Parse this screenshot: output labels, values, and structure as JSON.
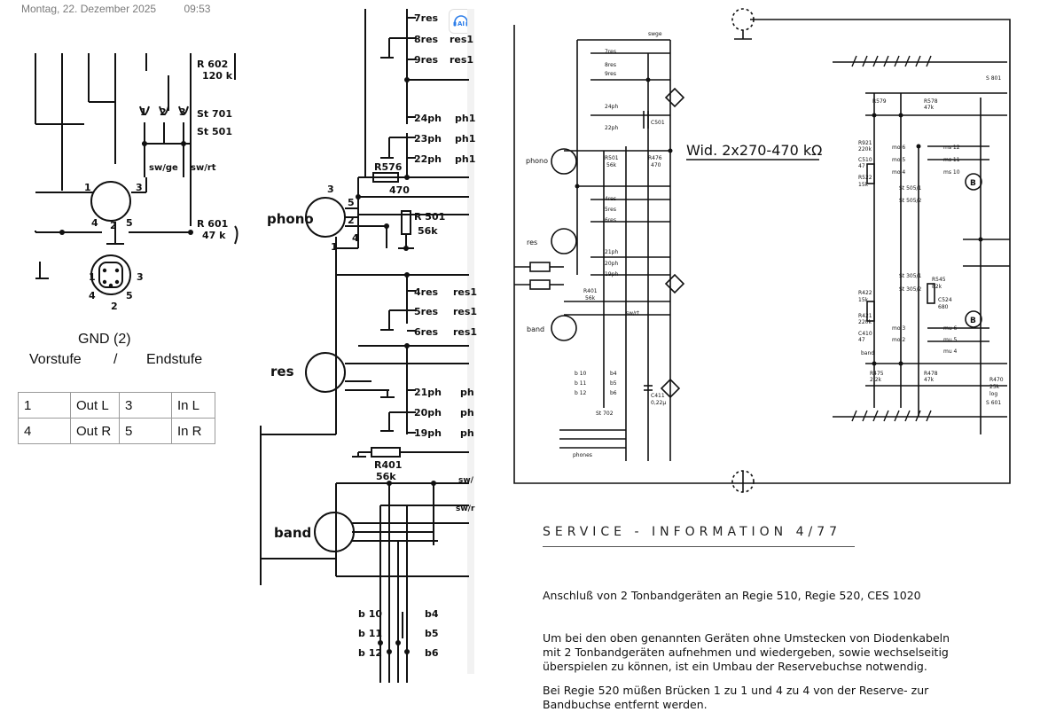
{
  "topbar": {
    "date": "Montag, 22. Dezember 2025",
    "time": "09:53"
  },
  "app_icon": {
    "label": "AI"
  },
  "left_schematic": {
    "r602": "R 602",
    "r602_val": "120 k",
    "r601": "R 601",
    "r601_val": "47 k",
    "st701": "St 701",
    "st501": "St 501",
    "pins_top": [
      "1",
      "2",
      "3"
    ],
    "swge": "sw/ge",
    "swrt": "sw/rt",
    "pin_labels": [
      "1",
      "3",
      "4",
      "5",
      "2"
    ],
    "lower_pins": [
      "1",
      "3",
      "4",
      "5",
      "2"
    ]
  },
  "caption": {
    "gnd": "GND (2)",
    "vorstufe": "Vorstufe",
    "slash": "/",
    "endstufe": "Endstufe"
  },
  "pin_table": {
    "rows": [
      [
        "1",
        "Out L",
        "3",
        "In L"
      ],
      [
        "4",
        "Out R",
        "5",
        "In R"
      ]
    ]
  },
  "mid_schematic": {
    "top_labels": [
      {
        "a": "7res",
        "b": "res1"
      },
      {
        "a": "8res",
        "b": "res1"
      },
      {
        "a": "9res",
        "b": "res1"
      }
    ],
    "ph_labels": [
      {
        "a": "24ph",
        "b": "ph1"
      },
      {
        "a": "23ph",
        "b": "ph1"
      },
      {
        "a": "22ph",
        "b": "ph1"
      }
    ],
    "r576": "R576",
    "r576_val": "470",
    "r501": "R 501",
    "r501_val": "56k",
    "phono": "phono",
    "res_labels": [
      {
        "a": "4res",
        "b": "res1"
      },
      {
        "a": "5res",
        "b": "res1"
      },
      {
        "a": "6res",
        "b": "res1"
      }
    ],
    "res": "res",
    "ph_labels2": [
      {
        "a": "21ph",
        "b": "ph"
      },
      {
        "a": "20ph",
        "b": "ph"
      },
      {
        "a": "19ph",
        "b": "ph"
      }
    ],
    "r401": "R401",
    "r401_val": "56k",
    "sw1": "sw/",
    "sw2": "sw/r",
    "band": "band",
    "b_labels": [
      {
        "a": "b 10",
        "b": "b4"
      },
      {
        "a": "b 11",
        "b": "b5"
      },
      {
        "a": "b 12",
        "b": "b6"
      }
    ],
    "socket_pins": [
      "3",
      "1",
      "5",
      "2",
      "4"
    ]
  },
  "right_schematic": {
    "wid_label": "Wid. 2x270-470 kΩ",
    "phono": "phono",
    "res": "res",
    "band": "band",
    "phones": "phones",
    "small_labels": [
      "7res",
      "8res",
      "9res",
      "24ph",
      "22ph",
      "4res",
      "5res",
      "6res",
      "21ph",
      "20ph",
      "19ph",
      "R501",
      "56k",
      "R476",
      "470",
      "R401",
      "56k",
      "C501",
      "C411",
      "0,22µ",
      "b 10",
      "b 11",
      "b 12",
      "b4",
      "b5",
      "b6",
      "swge",
      "sw/rt",
      "St 702"
    ],
    "right_labels": [
      "R921",
      "220k",
      "C510",
      "47",
      "R522",
      "15k",
      "R422",
      "15k",
      "R421",
      "220k",
      "C410",
      "47",
      "band",
      "R475",
      "2,2k",
      "R545",
      "82k",
      "C524",
      "680",
      "R579",
      "R578",
      "47k",
      "R478",
      "47k",
      "R470",
      "25k",
      "log",
      "S 801",
      "S 601",
      "St 305/1",
      "St 305/2",
      "St 505/1",
      "St 505/2",
      "mo 6",
      "mo 5",
      "mo 4",
      "mo 3",
      "mo 2",
      "ms 12",
      "ms 11",
      "ms 10",
      "mu 6",
      "mu 5",
      "mu 4"
    ],
    "circle_b": "B"
  },
  "service": {
    "title": "SERVICE - INFORMATION 4/77",
    "line1": "Anschluß von 2 Tonbandgeräten an Regie 510, Regie 520, CES 1020",
    "para2": [
      "Um bei den oben genannten Geräten ohne Umstecken von Diodenkabeln",
      "mit 2 Tonbandgeräten aufnehmen und wiedergeben, sowie wechselseitig",
      "überspielen zu können, ist ein Umbau der Reservebuchse notwendig."
    ],
    "para3": [
      "Bei Regie 520 müßen Brücken 1 zu 1 und 4 zu 4 von der Reserve- zur",
      "Bandbuchse entfernt werden."
    ]
  },
  "colors": {
    "background": "#ffffff",
    "ink": "#111111",
    "topbar": "#7a7a7a",
    "table_border": "#9a9a9a"
  }
}
